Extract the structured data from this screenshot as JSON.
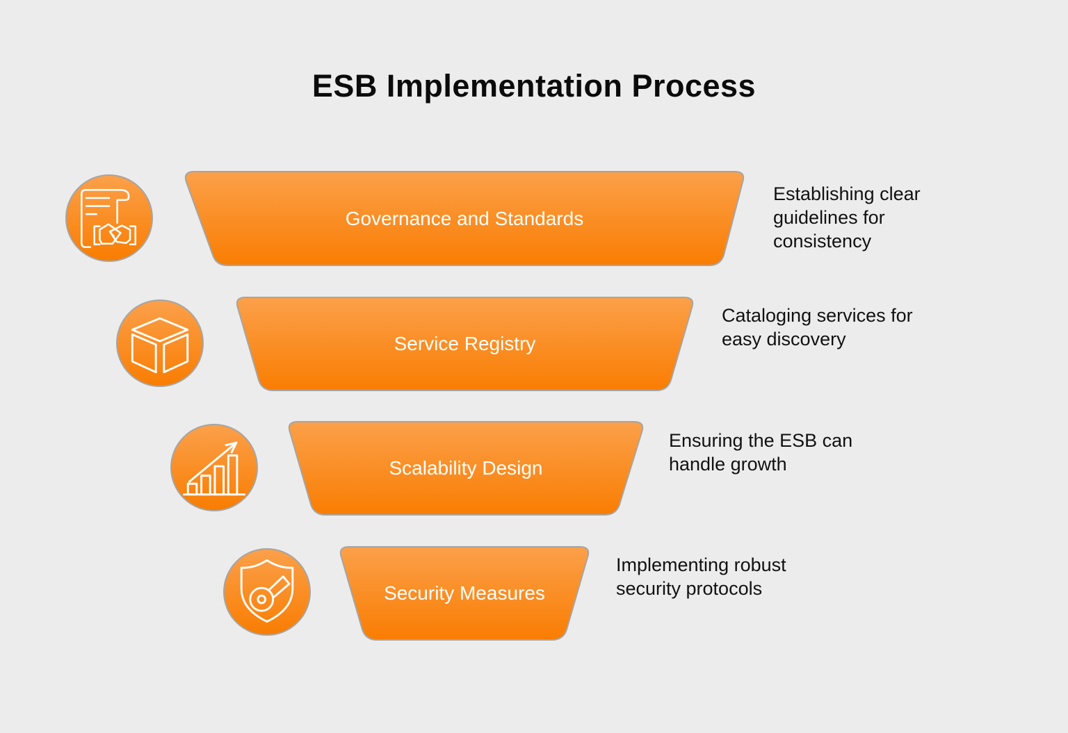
{
  "title": "ESB Implementation Process",
  "stages": [
    {
      "label": "Governance and Standards",
      "description": "Establishing clear guidelines for consistency",
      "icon": "contract-handshake-icon"
    },
    {
      "label": "Service Registry",
      "description": "Cataloging services for easy discovery",
      "icon": "cube-icon"
    },
    {
      "label": "Scalability Design",
      "description": "Ensuring the ESB can handle growth",
      "icon": "growth-chart-icon"
    },
    {
      "label": "Security Measures",
      "description": "Implementing robust security protocols",
      "icon": "shield-key-icon"
    }
  ],
  "colors": {
    "background": "#ECECEC",
    "funnel_gradient_top": "#FBA04A",
    "funnel_gradient_bottom": "#FA7D02",
    "outline": "#A5A5A5",
    "label_text": "#FFFFFF",
    "body_text": "#111111"
  }
}
